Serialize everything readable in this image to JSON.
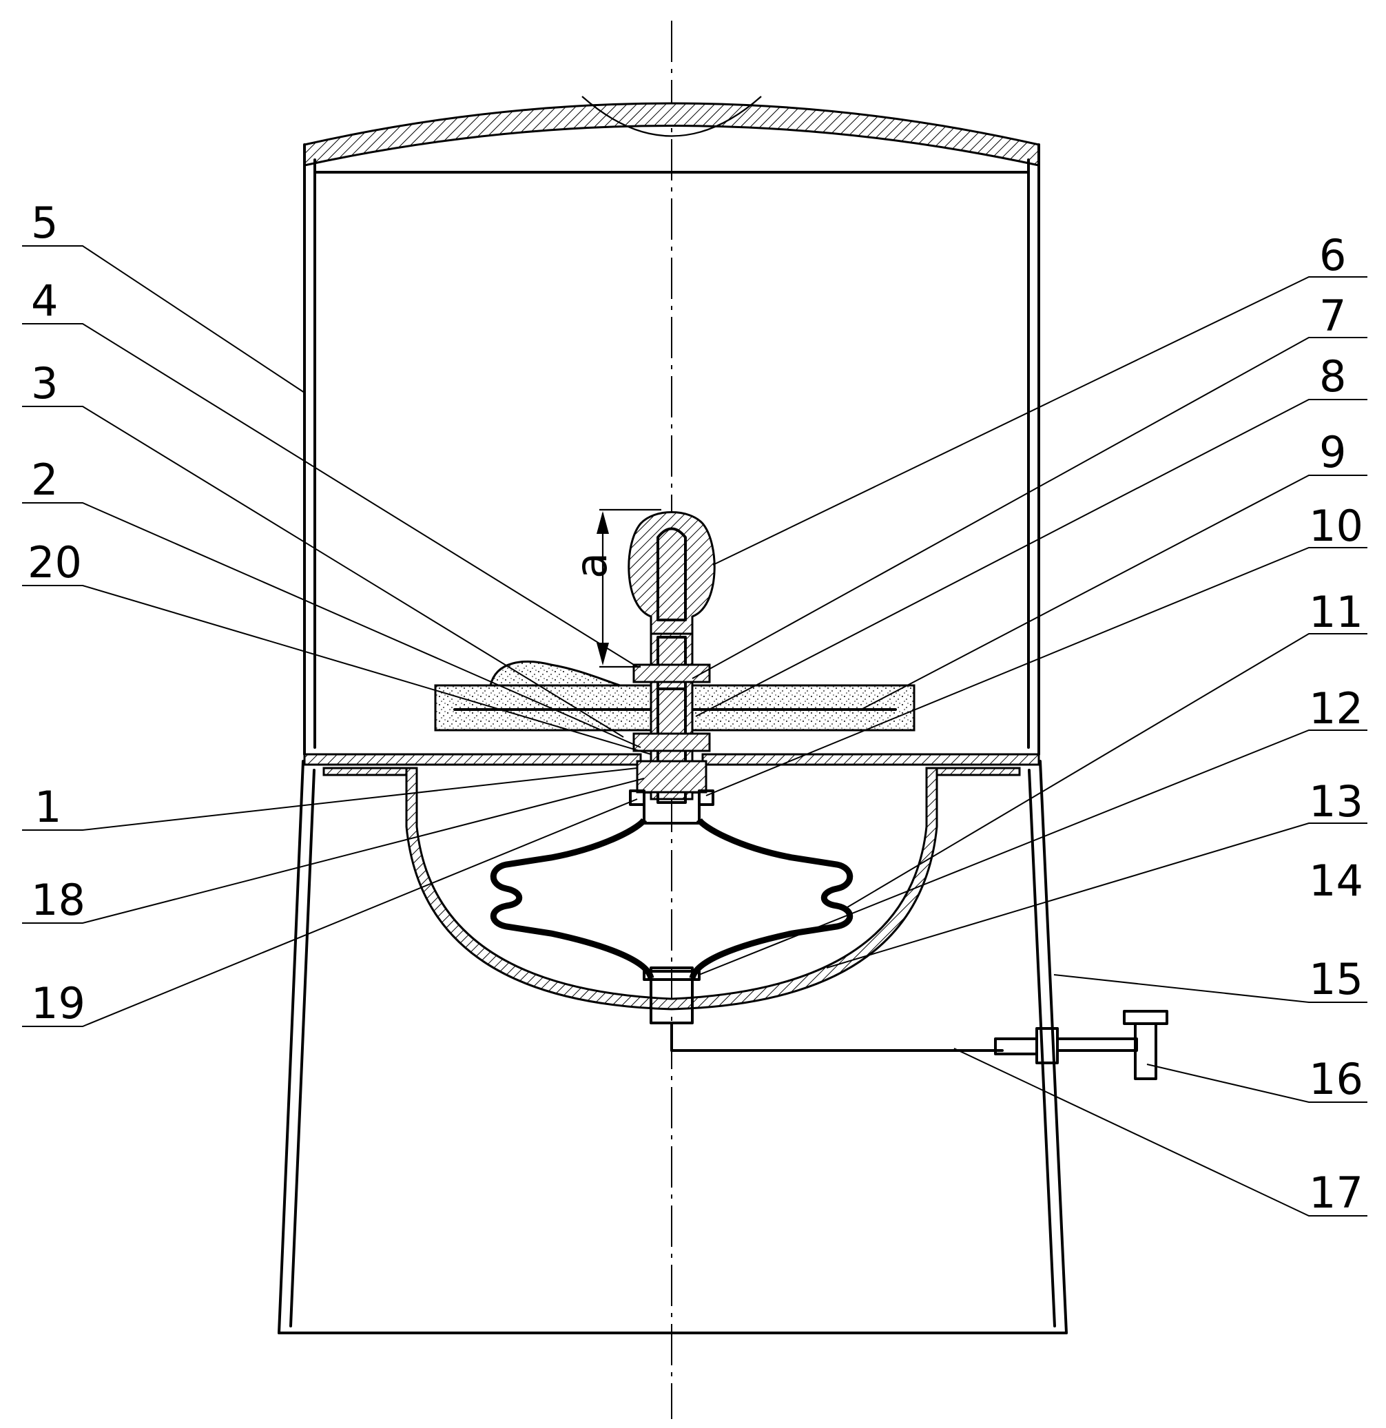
{
  "labels": {
    "n1": "1",
    "n2": "2",
    "n3": "3",
    "n4": "4",
    "n5": "5",
    "n6": "6",
    "n7": "7",
    "n8": "8",
    "n9": "9",
    "n10": "10",
    "n11": "11",
    "n12": "12",
    "n13": "13",
    "n14": "14",
    "n15": "15",
    "n16": "16",
    "n17": "17",
    "n18": "18",
    "n19": "19",
    "n20": "20",
    "dimension": "a"
  }
}
